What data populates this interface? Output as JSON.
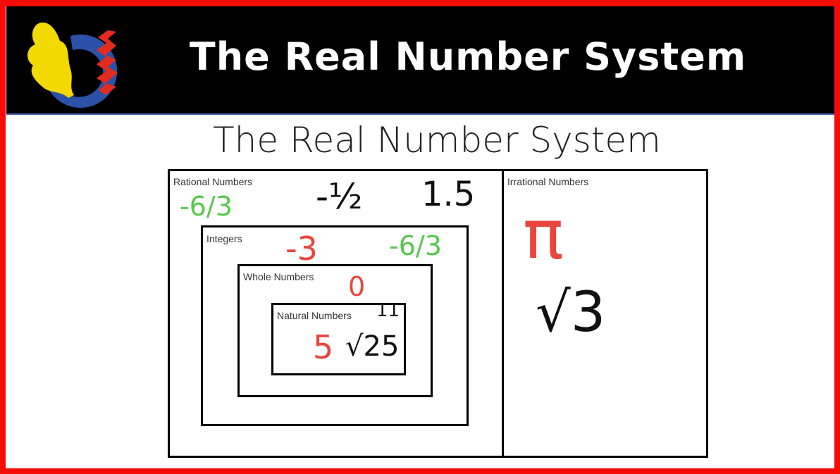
{
  "header": {
    "title": "The Real Number System",
    "logo": "logo"
  },
  "slide": {
    "title": "The Real Number System"
  },
  "sets": {
    "rational": {
      "label": "Rational Numbers"
    },
    "irrational": {
      "label": "Irrational Numbers"
    },
    "integers": {
      "label": "Integers"
    },
    "whole": {
      "label": "Whole Numbers"
    },
    "natural": {
      "label": "Natural Numbers"
    }
  },
  "handwritten": {
    "rational_1": "-6/3",
    "rational_2": "-½",
    "rational_3": "1.5",
    "integers_1": "-3",
    "integers_2": "-6/3",
    "whole_1": "0",
    "whole_2": "11",
    "natural_1": "5",
    "natural_2": "√25",
    "irrational_1": "π",
    "irrational_2": "√3"
  },
  "colors": {
    "border": "#f40c07",
    "header": "#000000",
    "red_ink": "#e8453c",
    "green_ink": "#57c84d",
    "black_ink": "#111111"
  }
}
